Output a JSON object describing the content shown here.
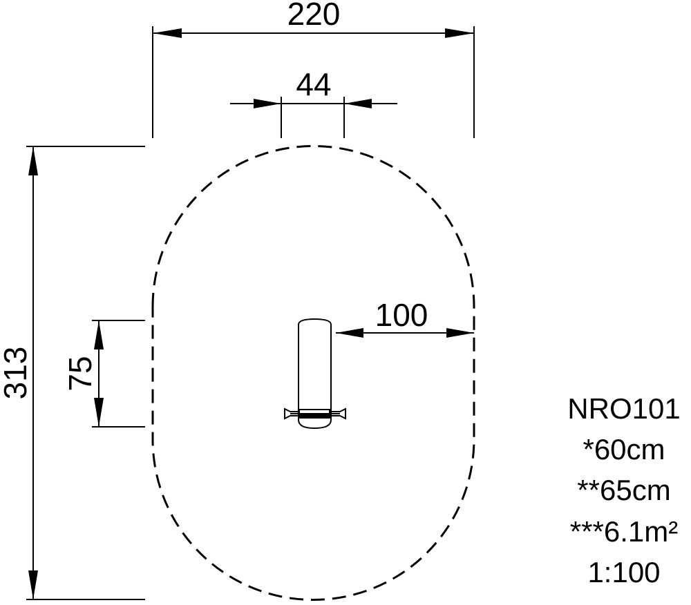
{
  "dimensions": {
    "overall_width": "220",
    "overall_length": "313",
    "seat_width": "44",
    "side_offset": "75",
    "center_offset": "100"
  },
  "specs": {
    "model": "NRO101",
    "line1": "*60cm",
    "line2": "**65cm",
    "line3": "***6.1m²",
    "scale": "1:100"
  }
}
